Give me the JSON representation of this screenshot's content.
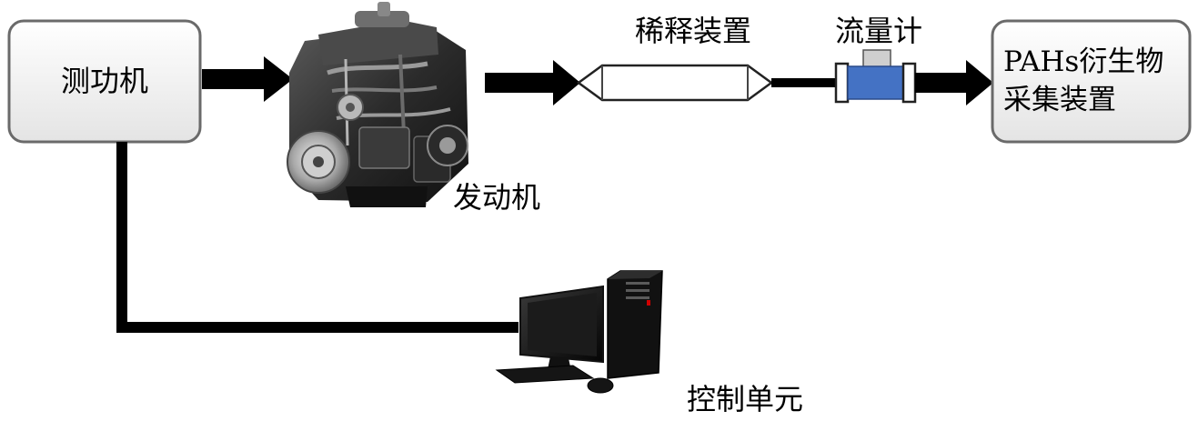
{
  "nodes": {
    "dynamometer": {
      "label": "测功机"
    },
    "engine": {
      "label": "发动机"
    },
    "dilution": {
      "label": "稀释装置"
    },
    "flowmeter": {
      "label": "流量计"
    },
    "pahs_collector": {
      "label_line1": "PAHs衍生物",
      "label_line2": "采集装置"
    },
    "control_unit": {
      "label": "控制单元"
    }
  },
  "edges": [
    {
      "from": "dynamometer",
      "to": "engine",
      "style": "thick-arrow"
    },
    {
      "from": "engine",
      "to": "dilution",
      "style": "thick-arrow"
    },
    {
      "from": "dilution",
      "to": "flowmeter",
      "style": "pipe"
    },
    {
      "from": "flowmeter",
      "to": "pahs_collector",
      "style": "thick-arrow"
    },
    {
      "from": "dynamometer",
      "to": "control_unit",
      "style": "thick-line"
    }
  ],
  "colors": {
    "box_border": "#6a6a6a",
    "box_fill_top": "#ffffff",
    "box_fill_bottom": "#e6e6e6",
    "arrow": "#000000",
    "flowmeter_body": "#4472c4",
    "flowmeter_cap": "#cfcfcf",
    "tube_fill": "#ffffff"
  }
}
